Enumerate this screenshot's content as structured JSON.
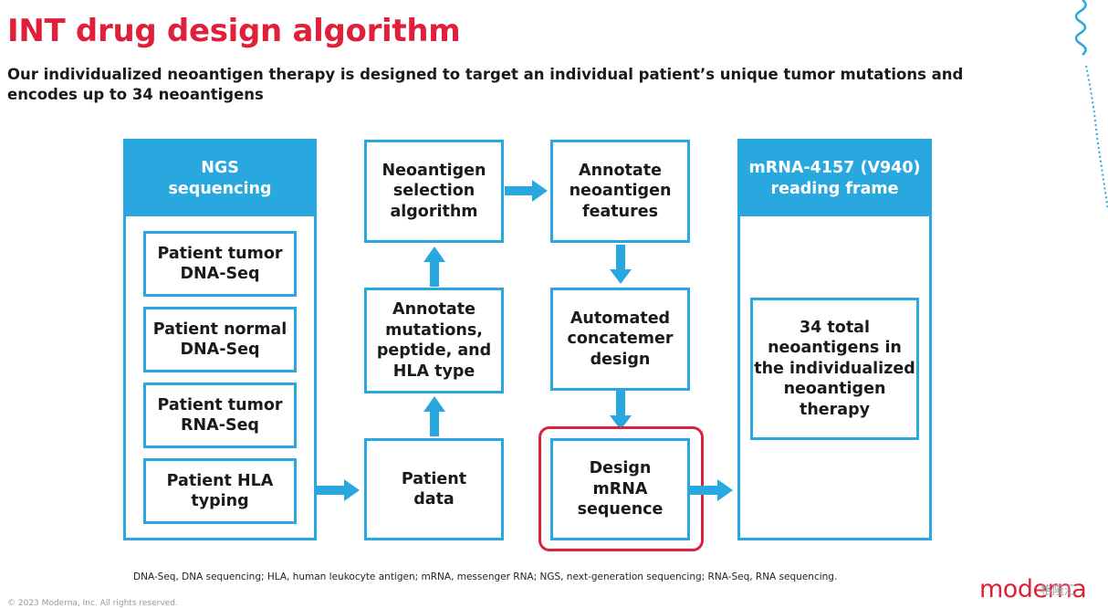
{
  "header": {
    "title": "INT drug design algorithm",
    "subtitle": "Our individualized neoantigen therapy is designed to target an individual patient’s unique tumor mutations and encodes up to 34 neoantigens"
  },
  "diagram": {
    "ngs_panel": {
      "header_line1": "NGS",
      "header_line2": "sequencing",
      "items": [
        {
          "line1": "Patient tumor",
          "line2": "DNA-Seq"
        },
        {
          "line1": "Patient normal",
          "line2": "DNA-Seq"
        },
        {
          "line1": "Patient tumor",
          "line2": "RNA-Seq"
        },
        {
          "line1": "Patient HLA",
          "line2": "typing"
        }
      ]
    },
    "patient_data": {
      "line1": "Patient",
      "line2": "data"
    },
    "annotate_mutations": {
      "line1": "Annotate",
      "line2": "mutations,",
      "line3": "peptide, and",
      "line4": "HLA type"
    },
    "selection_algorithm": {
      "line1": "Neoantigen",
      "line2": "selection",
      "line3": "algorithm"
    },
    "annotate_features": {
      "line1": "Annotate",
      "line2": "neoantigen",
      "line3": "features"
    },
    "automated_concatemer": {
      "line1": "Automated",
      "line2": "concatemer",
      "line3": "design"
    },
    "design_mrna": {
      "line1": "Design",
      "line2": "mRNA",
      "line3": "sequence"
    },
    "reading_frame_panel": {
      "header_line1": "mRNA-4157 (V940)",
      "header_line2": "reading frame",
      "content_line1": "34 total",
      "content_line2": "neoantigens in",
      "content_line3": "the individualized",
      "content_line4": "neoantigen",
      "content_line5": "therapy"
    }
  },
  "footer": {
    "footnote": "DNA-Seq, DNA sequencing; HLA, human leukocyte antigen; mRNA, messenger RNA; NGS, next-generation sequencing; RNA-Seq, RNA sequencing.",
    "copyright": "© 2023 Moderna, Inc. All rights reserved.",
    "logo_text": "moderna",
    "watermark": "格隆汇"
  },
  "colors": {
    "accent_blue": "#29a8e0",
    "brand_red": "#e0203a",
    "highlight_red": "#d8243f"
  },
  "icons": {
    "arrow": "arrow-icon",
    "decoration": "squiggle-icon"
  }
}
